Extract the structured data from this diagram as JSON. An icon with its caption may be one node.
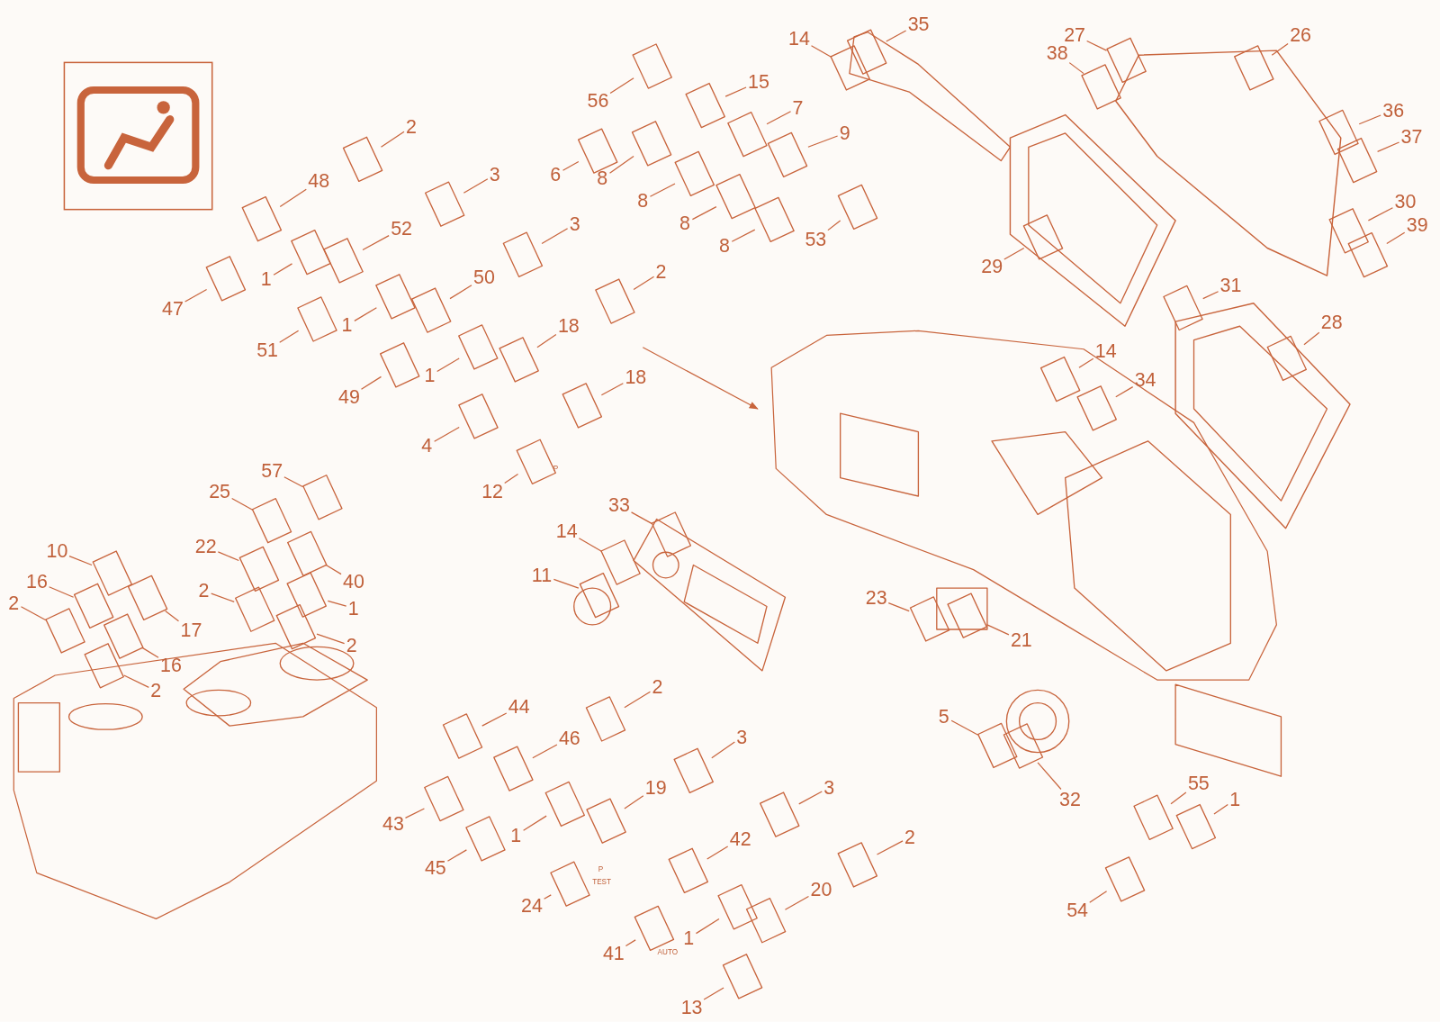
{
  "diagram": {
    "nodes": [
      {
        "text": [
          "2"
        ]
      },
      {
        "text": [
          "48"
        ]
      },
      {
        "text": [
          "3"
        ]
      },
      {
        "text": [
          "52"
        ]
      },
      {
        "text": [
          "3"
        ]
      },
      {
        "text": [
          "1"
        ]
      },
      {
        "text": [
          "47"
        ]
      },
      {
        "text": [
          "50"
        ]
      },
      {
        "text": [
          "1"
        ]
      },
      {
        "text": [
          "51"
        ]
      },
      {
        "text": [
          "2"
        ]
      },
      {
        "text": [
          "18"
        ]
      },
      {
        "text": [
          "1"
        ]
      },
      {
        "text": [
          "49"
        ]
      },
      {
        "text": [
          "18"
        ]
      },
      {
        "text": [
          "4"
        ]
      },
      {
        "text": [
          "12"
        ]
      },
      {
        "text": [
          "56"
        ]
      },
      {
        "text": [
          "15"
        ]
      },
      {
        "text": [
          "7"
        ]
      },
      {
        "text": [
          "6"
        ]
      },
      {
        "text": [
          "8"
        ]
      },
      {
        "text": [
          "9"
        ]
      },
      {
        "text": [
          "8"
        ]
      },
      {
        "text": [
          "8"
        ]
      },
      {
        "text": [
          "8"
        ]
      },
      {
        "text": [
          "53"
        ]
      },
      {
        "text": [
          "14"
        ]
      },
      {
        "text": [
          "35"
        ]
      },
      {
        "text": [
          "27"
        ]
      },
      {
        "text": [
          "38"
        ]
      },
      {
        "text": [
          "26"
        ]
      },
      {
        "text": [
          "36"
        ]
      },
      {
        "text": [
          "37"
        ]
      },
      {
        "text": [
          "30"
        ]
      },
      {
        "text": [
          "39"
        ]
      },
      {
        "text": [
          "29"
        ]
      },
      {
        "text": [
          "31"
        ]
      },
      {
        "text": [
          "28"
        ]
      },
      {
        "text": [
          "14"
        ]
      },
      {
        "text": [
          "34"
        ]
      },
      {
        "text": [
          "57"
        ]
      },
      {
        "text": [
          "25"
        ]
      },
      {
        "text": [
          "22"
        ]
      },
      {
        "text": [
          "40"
        ]
      },
      {
        "text": [
          "10"
        ]
      },
      {
        "text": [
          "16"
        ]
      },
      {
        "text": [
          "2"
        ]
      },
      {
        "text": [
          "1"
        ]
      },
      {
        "text": [
          "17"
        ]
      },
      {
        "text": [
          "2"
        ]
      },
      {
        "text": [
          "16"
        ]
      },
      {
        "text": [
          "2"
        ]
      },
      {
        "text": [
          "2"
        ]
      },
      {
        "text": [
          "33"
        ]
      },
      {
        "text": [
          "14"
        ]
      },
      {
        "text": [
          "11"
        ]
      },
      {
        "text": [
          "23"
        ]
      },
      {
        "text": [
          "21"
        ]
      },
      {
        "text": [
          "5"
        ]
      },
      {
        "text": [
          "32"
        ]
      },
      {
        "text": [
          "2"
        ]
      },
      {
        "text": [
          "44"
        ]
      },
      {
        "text": [
          "46"
        ]
      },
      {
        "text": [
          "3"
        ]
      },
      {
        "text": [
          "19"
        ]
      },
      {
        "text": [
          "1"
        ]
      },
      {
        "text": [
          "43"
        ]
      },
      {
        "text": [
          "45"
        ]
      },
      {
        "text": [
          "3"
        ]
      },
      {
        "text": [
          "42"
        ]
      },
      {
        "text": [
          "2"
        ]
      },
      {
        "text": [
          "24"
        ]
      },
      {
        "text": [
          "20"
        ]
      },
      {
        "text": [
          "1"
        ]
      },
      {
        "text": [
          "41"
        ]
      },
      {
        "text": [
          "13"
        ]
      },
      {
        "text": [
          "55"
        ]
      },
      {
        "text": [
          "1"
        ]
      },
      {
        "text": [
          "54"
        ]
      }
    ],
    "edges": [
      {
        "from": 0,
        "to": null,
        "arrow": "none"
      },
      {
        "from": 1,
        "to": null,
        "arrow": "none"
      },
      {
        "from": 2,
        "to": null,
        "arrow": "none"
      },
      {
        "from": 3,
        "to": null,
        "arrow": "none"
      },
      {
        "from": 4,
        "to": null,
        "arrow": "none"
      },
      {
        "from": 5,
        "to": null,
        "arrow": "none"
      },
      {
        "from": 6,
        "to": null,
        "arrow": "none"
      },
      {
        "from": 7,
        "to": null,
        "arrow": "none"
      },
      {
        "from": 8,
        "to": null,
        "arrow": "none"
      },
      {
        "from": 9,
        "to": null,
        "arrow": "none"
      },
      {
        "from": 10,
        "to": null,
        "arrow": "none"
      },
      {
        "from": 11,
        "to": null,
        "arrow": "none"
      },
      {
        "from": 12,
        "to": null,
        "arrow": "none"
      },
      {
        "from": 13,
        "to": null,
        "arrow": "none"
      },
      {
        "from": 14,
        "to": null,
        "arrow": "none"
      },
      {
        "from": 15,
        "to": null,
        "arrow": "none"
      },
      {
        "from": 16,
        "to": null,
        "arrow": "none"
      },
      {
        "from": 17,
        "to": null,
        "arrow": "none"
      },
      {
        "from": 18,
        "to": null,
        "arrow": "none"
      },
      {
        "from": 19,
        "to": null,
        "arrow": "none"
      },
      {
        "from": 20,
        "to": null,
        "arrow": "none"
      },
      {
        "from": 21,
        "to": null,
        "arrow": "none"
      },
      {
        "from": 22,
        "to": null,
        "arrow": "none"
      },
      {
        "from": 23,
        "to": null,
        "arrow": "none"
      },
      {
        "from": 24,
        "to": null,
        "arrow": "none"
      },
      {
        "from": 25,
        "to": null,
        "arrow": "none"
      },
      {
        "from": 26,
        "to": null,
        "arrow": "none"
      },
      {
        "from": 27,
        "to": null,
        "arrow": "none"
      },
      {
        "from": 28,
        "to": null,
        "arrow": "none"
      },
      {
        "from": 29,
        "to": null,
        "arrow": "none"
      },
      {
        "from": 30,
        "to": null,
        "arrow": "none"
      },
      {
        "from": 31,
        "to": null,
        "arrow": "none"
      },
      {
        "from": 32,
        "to": null,
        "arrow": "none"
      },
      {
        "from": 33,
        "to": null,
        "arrow": "none"
      },
      {
        "from": 34,
        "to": null,
        "arrow": "none"
      },
      {
        "from": 35,
        "to": null,
        "arrow": "none"
      },
      {
        "from": 36,
        "to": null,
        "arrow": "none"
      },
      {
        "from": 37,
        "to": null,
        "arrow": "none"
      },
      {
        "from": 38,
        "to": null,
        "arrow": "none"
      },
      {
        "from": 39,
        "to": null,
        "arrow": "none"
      },
      {
        "from": 40,
        "to": null,
        "arrow": "none"
      },
      {
        "from": 41,
        "to": null,
        "arrow": "none"
      },
      {
        "from": 42,
        "to": null,
        "arrow": "none"
      },
      {
        "from": 43,
        "to": null,
        "arrow": "none"
      },
      {
        "from": 44,
        "to": null,
        "arrow": "none"
      },
      {
        "from": 45,
        "to": null,
        "arrow": "none"
      },
      {
        "from": 46,
        "to": null,
        "arrow": "none"
      },
      {
        "from": 47,
        "to": null,
        "arrow": "none"
      },
      {
        "from": 48,
        "to": null,
        "arrow": "none"
      },
      {
        "from": 49,
        "to": null,
        "arrow": "none"
      },
      {
        "from": 50,
        "to": null,
        "arrow": "none"
      },
      {
        "from": 51,
        "to": null,
        "arrow": "none"
      },
      {
        "from": 52,
        "to": null,
        "arrow": "none"
      },
      {
        "from": 53,
        "to": null,
        "arrow": "none"
      },
      {
        "from": 54,
        "to": null,
        "arrow": "none"
      },
      {
        "from": 55,
        "to": null,
        "arrow": "none"
      },
      {
        "from": 56,
        "to": null,
        "arrow": "none"
      },
      {
        "from": 57,
        "to": null,
        "arrow": "none"
      },
      {
        "from": 58,
        "to": null,
        "arrow": "none"
      },
      {
        "from": 59,
        "to": null,
        "arrow": "none"
      },
      {
        "from": 60,
        "to": null,
        "arrow": "none"
      },
      {
        "from": 61,
        "to": null,
        "arrow": "none"
      },
      {
        "from": 62,
        "to": null,
        "arrow": "none"
      },
      {
        "from": 63,
        "to": null,
        "arrow": "none"
      },
      {
        "from": 64,
        "to": null,
        "arrow": "none"
      },
      {
        "from": 65,
        "to": null,
        "arrow": "none"
      },
      {
        "from": 66,
        "to": null,
        "arrow": "none"
      },
      {
        "from": 67,
        "to": null,
        "arrow": "none"
      },
      {
        "from": 68,
        "to": null,
        "arrow": "none"
      },
      {
        "from": 69,
        "to": null,
        "arrow": "none"
      },
      {
        "from": 70,
        "to": null,
        "arrow": "none"
      },
      {
        "from": 71,
        "to": null,
        "arrow": "none"
      },
      {
        "from": 72,
        "to": null,
        "arrow": "none"
      },
      {
        "from": 73,
        "to": null,
        "arrow": "none"
      },
      {
        "from": 74,
        "to": null,
        "arrow": "none"
      },
      {
        "from": 75,
        "to": null,
        "arrow": "none"
      },
      {
        "from": 76,
        "to": null,
        "arrow": "none"
      },
      {
        "from": 77,
        "to": null,
        "arrow": "none"
      },
      {
        "from": 78,
        "to": null,
        "arrow": "none"
      },
      {
        "from": 79,
        "to": null,
        "arrow": "none"
      }
    ],
    "labels": [
      "P",
      "P",
      "TEST",
      "AUTO"
    ]
  }
}
